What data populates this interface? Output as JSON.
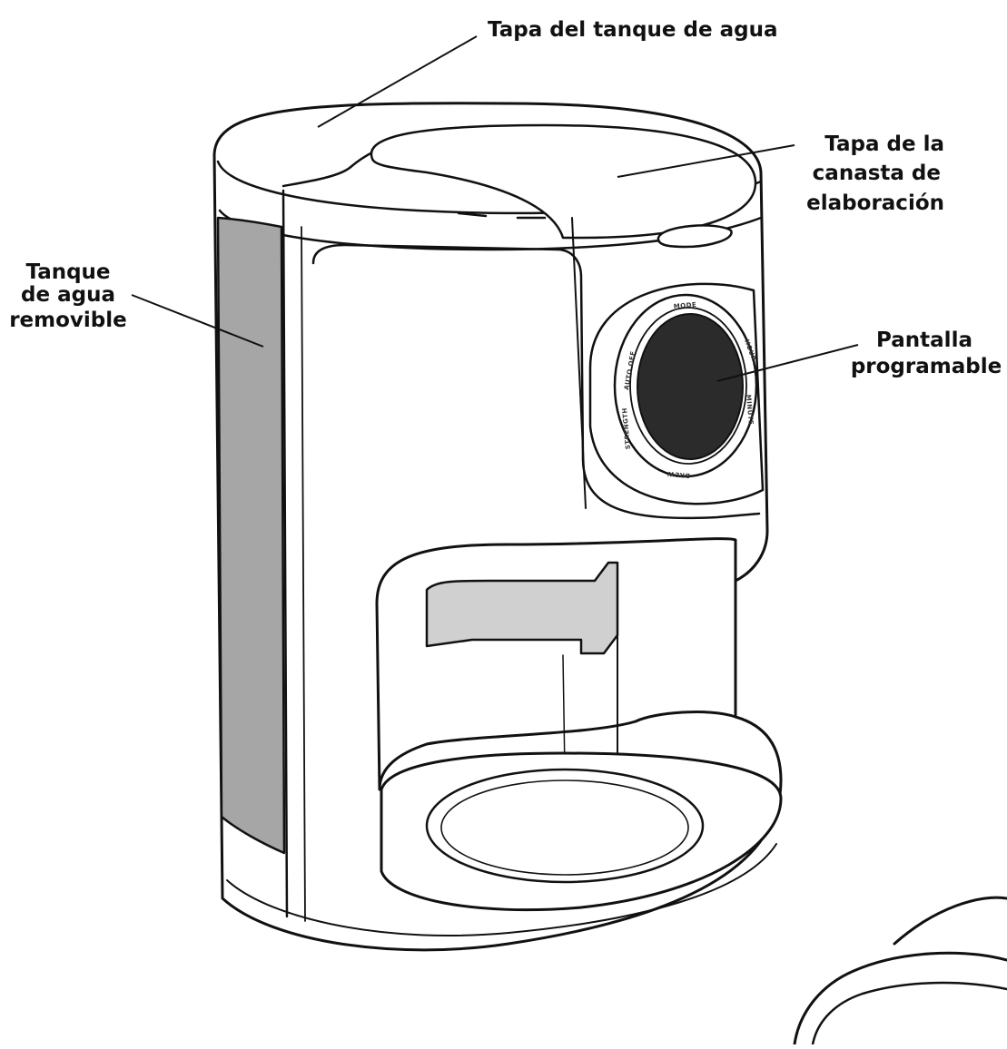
{
  "labels": {
    "water_tank_lid": [
      "Tapa del tanque de agua"
    ],
    "brew_basket_lid": [
      "Tapa de la",
      "canasta de",
      "elaboración"
    ],
    "removable_tank": [
      "Tanque",
      "de agua",
      "removible"
    ],
    "display": [
      "Pantalla",
      "programable"
    ]
  },
  "control_ring": [
    "MODE",
    "HOUR",
    "MINUTE",
    "BREW",
    "STRENGTH",
    "AUTO OFF"
  ],
  "colors": {
    "outline": "#111111",
    "tank_window": "#a6a6a6",
    "display_screen": "#2b2b2b",
    "brew_outlet": "#d0d0d0"
  }
}
